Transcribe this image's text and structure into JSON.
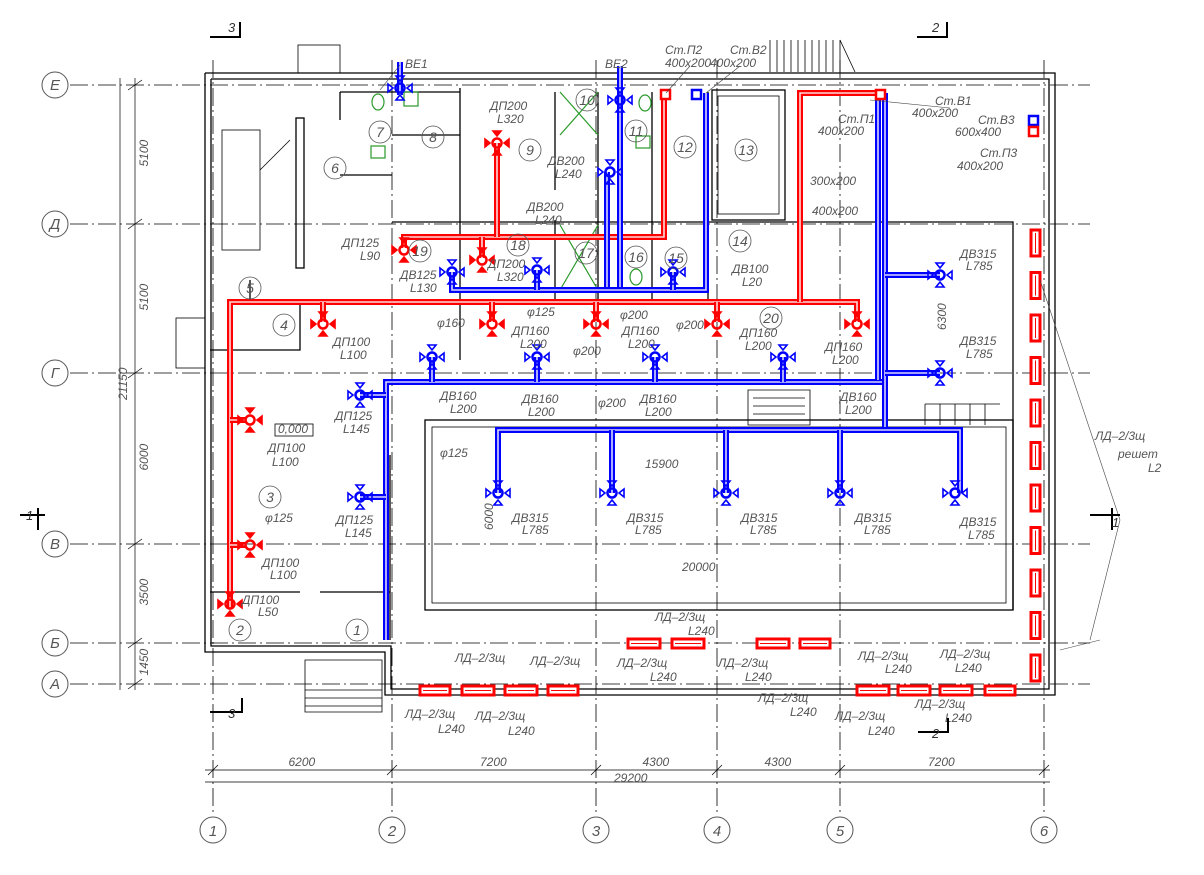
{
  "colors": {
    "supply": "#ff0000",
    "exhaust": "#0000ff",
    "sanitary": "#2a9a2a",
    "annotation": "#555555"
  },
  "axes": {
    "vertical": [
      "1",
      "2",
      "3",
      "4",
      "5",
      "6"
    ],
    "horizontal": [
      "Е",
      "Д",
      "Г",
      "В",
      "Б",
      "А"
    ]
  },
  "dimensions": {
    "left": [
      "5100",
      "5100",
      "6000",
      "3500",
      "1450"
    ],
    "left_total": "21150",
    "bottom": [
      "6200",
      "7200",
      "4300",
      "4300",
      "7200"
    ],
    "bottom_total": "29200"
  },
  "sections": [
    "3",
    "2",
    "1",
    "1",
    "3",
    "2"
  ],
  "rooms": [
    "1",
    "2",
    "3",
    "4",
    "5",
    "6",
    "7",
    "8",
    "9",
    "10",
    "11",
    "12",
    "13",
    "14",
    "15",
    "16",
    "17",
    "18",
    "19",
    "20"
  ],
  "labels": [
    "ВЕ1",
    "ВЕ2",
    "Ст.П2",
    "400x200",
    "Ст.В2",
    "400x200",
    "ДП200",
    "L320",
    "ДВ200",
    "L240",
    "ДВ200",
    "L240",
    "ДП125",
    "L90",
    "ДВ125",
    "L130",
    "ДП200",
    "L320",
    "ДВ100",
    "L20",
    "Ст.П1",
    "400x200",
    "Ст.В1",
    "400x200",
    "Ст.В3",
    "600x400",
    "Ст.П3",
    "400x200",
    "300x200",
    "400x200",
    "φ160",
    "φ125",
    "φ200",
    "φ200",
    "ДП100",
    "L100",
    "ДП160",
    "L200",
    "ДП160",
    "L200",
    "ДП160",
    "L200",
    "ДП160",
    "L200",
    "φ200",
    "ДВ160",
    "L200",
    "ДВ160",
    "L200",
    "φ200",
    "ДВ160",
    "L200",
    "ДВ160",
    "L200",
    "ДП125",
    "L145",
    "0,000",
    "ДП100",
    "L100",
    "φ125",
    "15900",
    "φ125",
    "ДП125",
    "L145",
    "6000",
    "ДВ315",
    "L785",
    "ДВ315",
    "L785",
    "ДВ315",
    "L785",
    "ДВ315",
    "L785",
    "ДВ315",
    "L785",
    "ДП100",
    "L100",
    "20000",
    "ДП100",
    "L50",
    "ДВ315",
    "L785",
    "ДВ315",
    "L785",
    "6300",
    "ЛД–2/3щ",
    "решет",
    "L2",
    "ЛД–2/3щ",
    "L240",
    "ЛД–2/3щ",
    "ЛД–2/3щ",
    "ЛД–2/3щ",
    "L240",
    "ЛД–2/3щ",
    "L240",
    "ЛД–2/3щ",
    "L240",
    "ЛД–2/3щ",
    "L240",
    "ЛД–2/3щ",
    "L240",
    "ЛД–2/3щ",
    "L240",
    "ЛД–2/3щ",
    "L240",
    "ЛД–2/3щ",
    "L240",
    "ЛД–2/3щ",
    "L240"
  ]
}
